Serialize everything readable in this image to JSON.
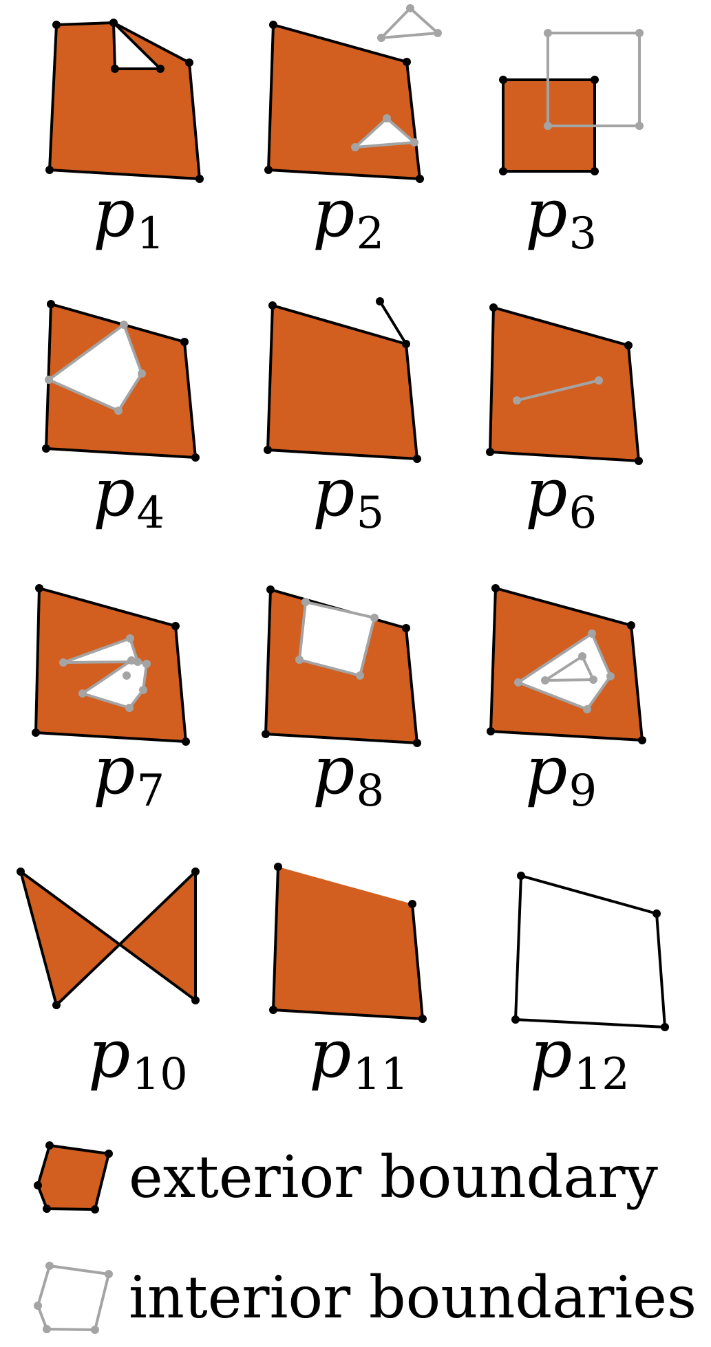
{
  "colors": {
    "exterior_fill": "#D25F20",
    "exterior_stroke": "#000000",
    "interior_stroke": "#A4A4A4",
    "hole_fill": "#FFFFFF"
  },
  "polygons": [
    {
      "letter": "p",
      "index": "1"
    },
    {
      "letter": "p",
      "index": "2"
    },
    {
      "letter": "p",
      "index": "3"
    },
    {
      "letter": "p",
      "index": "4"
    },
    {
      "letter": "p",
      "index": "5"
    },
    {
      "letter": "p",
      "index": "6"
    },
    {
      "letter": "p",
      "index": "7"
    },
    {
      "letter": "p",
      "index": "8"
    },
    {
      "letter": "p",
      "index": "9"
    },
    {
      "letter": "p",
      "index": "10"
    },
    {
      "letter": "p",
      "index": "11"
    },
    {
      "letter": "p",
      "index": "12"
    }
  ],
  "legend": {
    "exterior_label": "exterior boundary",
    "interior_label": "interior boundaries"
  }
}
